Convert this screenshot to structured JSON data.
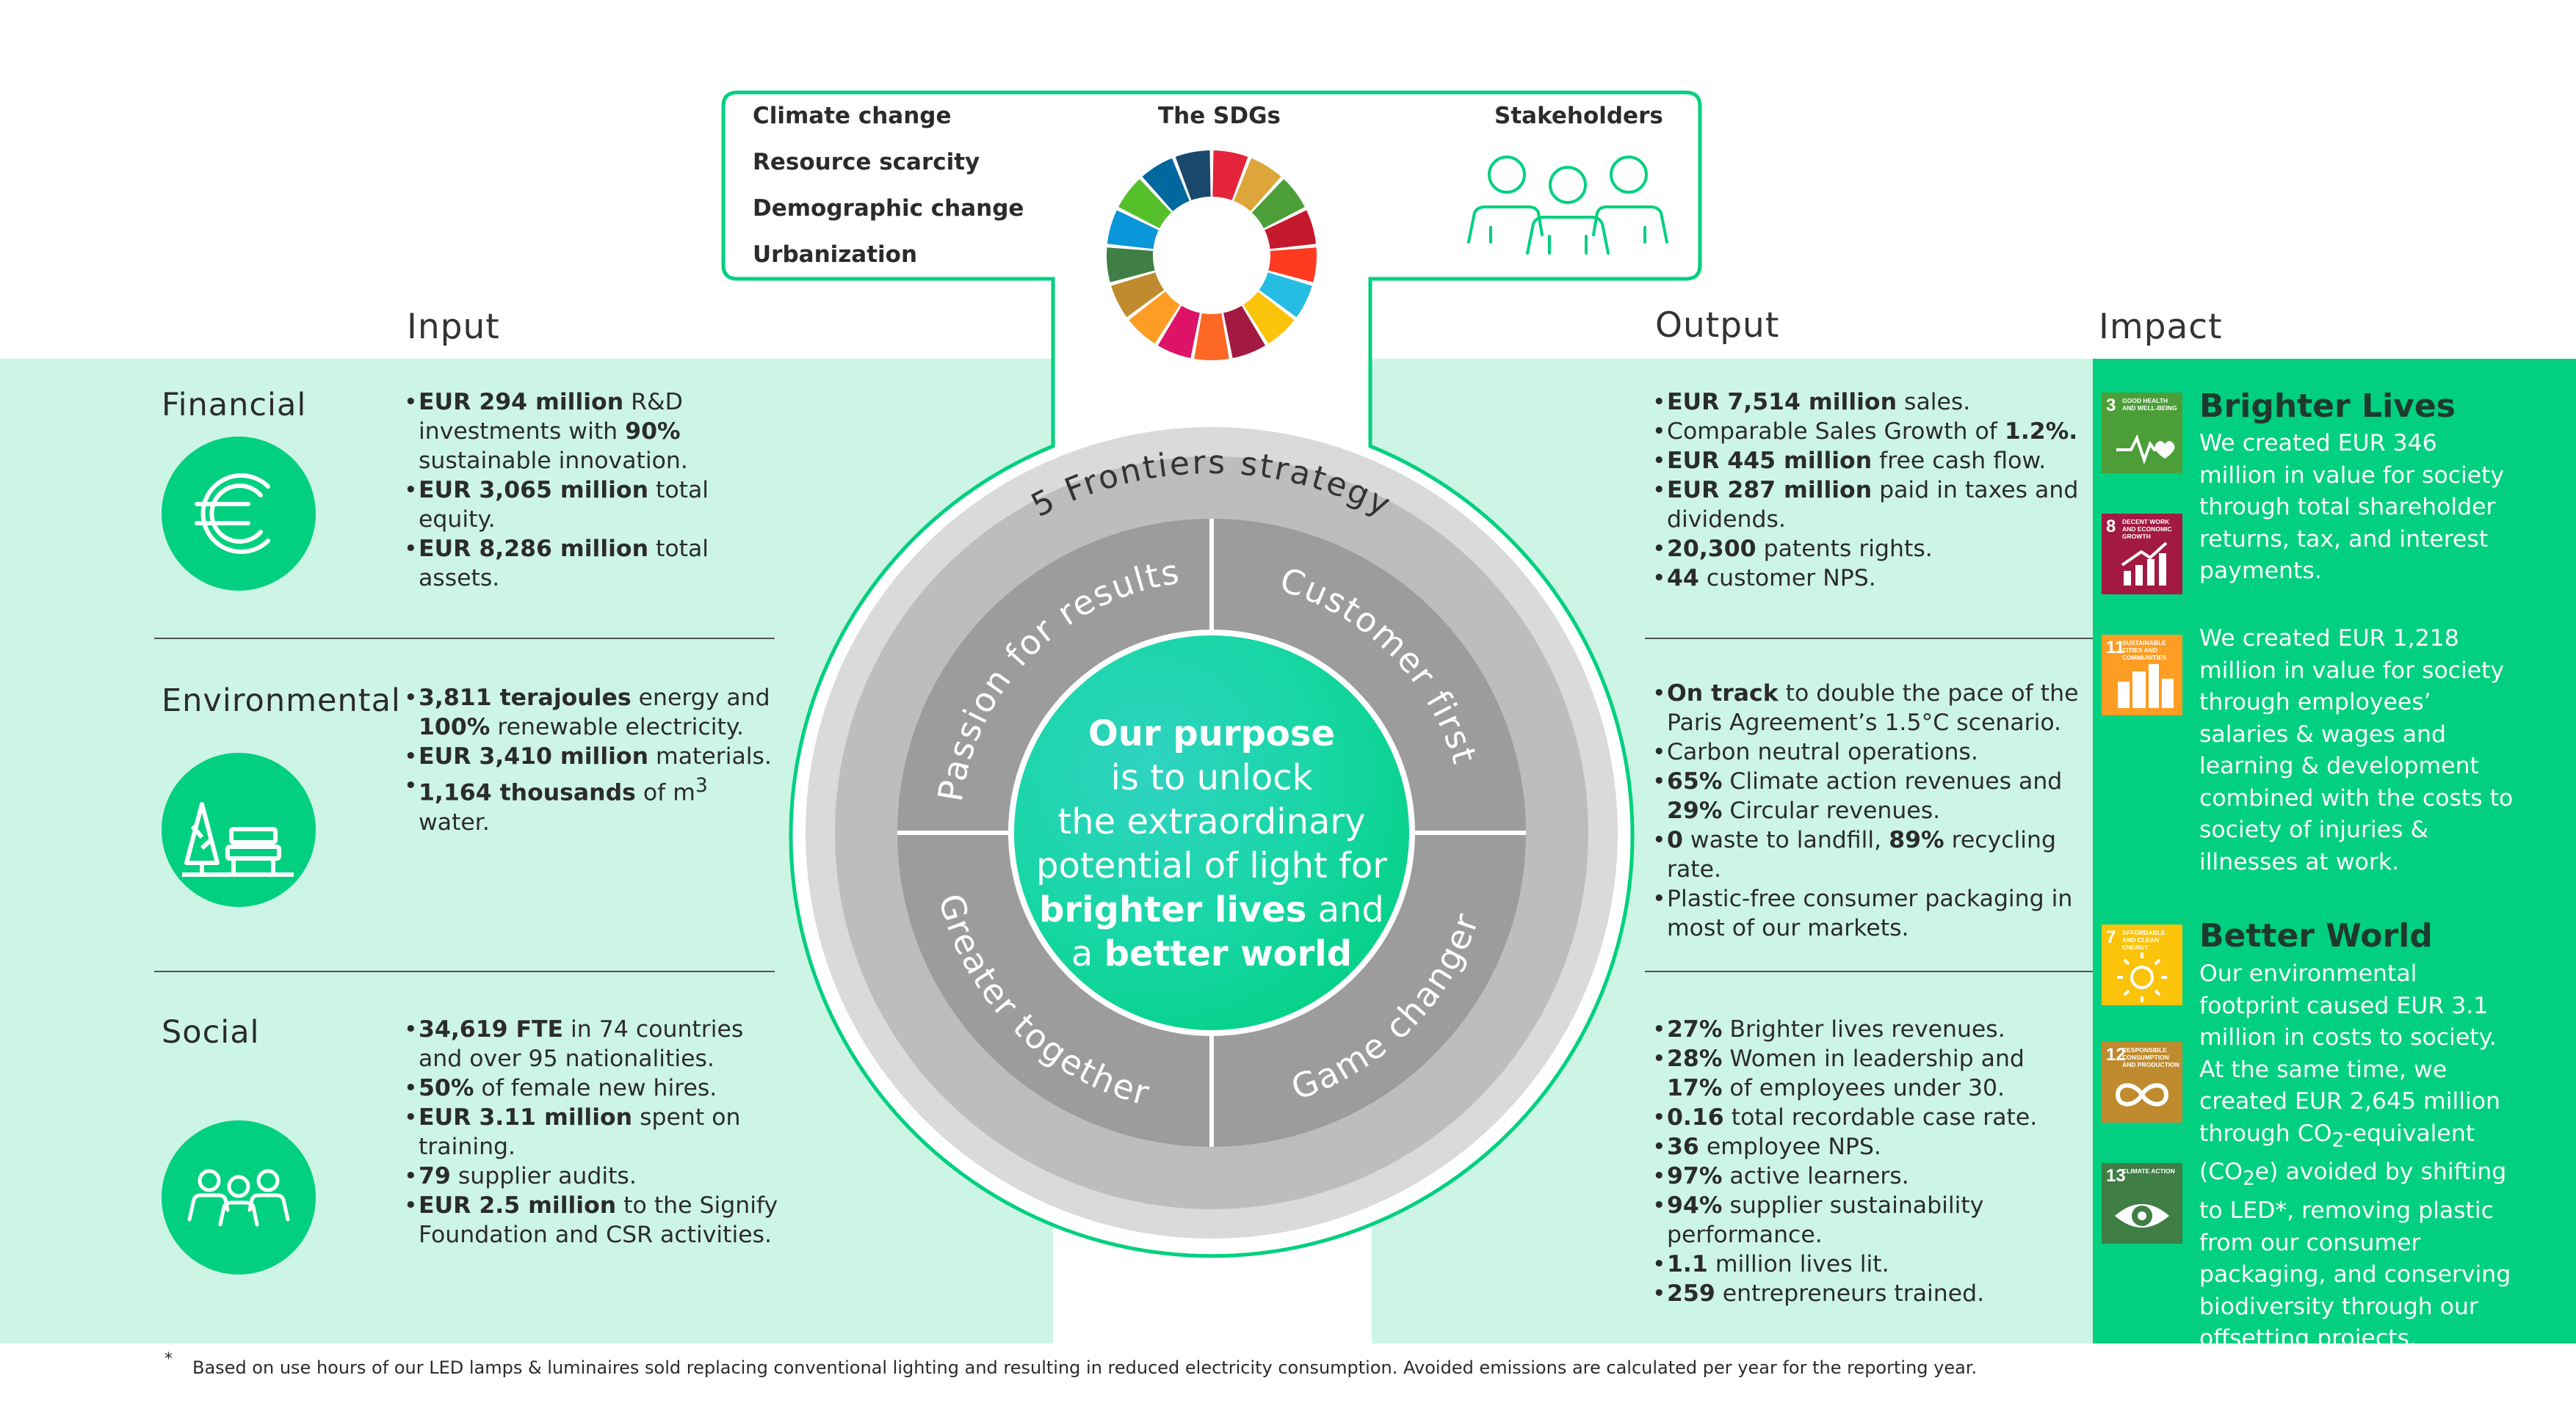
{
  "colors": {
    "mint": "#cdf5e6",
    "green": "#00d07f",
    "dark_green": "#1d3a2f",
    "grey_outer": "#d9d9d9",
    "grey_ring": "#b9b9b9",
    "grey_inner": "#9b9b9b"
  },
  "drivers": {
    "items": [
      "Climate change",
      "Resource scarcity",
      "Demographic change",
      "Urbanization"
    ],
    "sdgs_label": "The SDGs",
    "stakeholders_label": "Stakeholders",
    "sdg_colors": [
      "#e5243b",
      "#dda63a",
      "#4c9f38",
      "#c5192d",
      "#ff3a21",
      "#26bde2",
      "#fcc30b",
      "#a21942",
      "#fd6925",
      "#dd1367",
      "#fd9d24",
      "#bf8b2e",
      "#3f7e44",
      "#0a97d9",
      "#56c02b",
      "#00689d",
      "#19486a"
    ]
  },
  "headings": {
    "input": "Input",
    "output": "Output",
    "impact": "Impact"
  },
  "input": {
    "financial": {
      "title": "Financial",
      "icon": "euro-icon",
      "bullets": [
        "<b>EUR 294 million</b> R&amp;D investments with <b>90%</b> sustainable innovation.",
        "<b>EUR 3,065 million</b> total equity.",
        "<b>EUR 8,286 million</b> total assets."
      ]
    },
    "environmental": {
      "title": "Environmental",
      "icon": "tree-bench-icon",
      "bullets": [
        "<b>3,811 terajoules</b> energy and <b>100%</b> renewable electricity.",
        "<b>EUR 3,410 million</b> materials.",
        "<b>1,164 thousands</b> of m<sup>3</sup> water."
      ]
    },
    "social": {
      "title": "Social",
      "icon": "people-icon",
      "bullets": [
        "<b>34,619 FTE</b> in 74 countries and over 95 nationalities.",
        "<b>50%</b> of female new hires.",
        "<b>EUR 3.11 million</b> spent on training.",
        "<b>79</b> supplier audits.",
        "<b>EUR 2.5 million</b> to the Signify Foundation and CSR activities."
      ]
    }
  },
  "strategy": {
    "ring_label": "5 Frontiers strategy",
    "quadrants": [
      "Passion for results",
      "Customer first",
      "Greater together",
      "Game changer"
    ],
    "purpose_html": "<b>Our purpose</b><br>is to unlock<br>the extraordinary<br>potential of light for<br><b>brighter lives</b> and<br>a <b>better world</b>"
  },
  "output": {
    "financial": [
      "<b>EUR 7,514 million</b> sales.",
      "Comparable Sales Growth of <b>1.2%.</b>",
      "<b>EUR 445 million</b> free cash flow.",
      "<b>EUR 287 million</b> paid in taxes and dividends.",
      "<b>20,300</b> patents rights.",
      "<b>44</b> customer NPS."
    ],
    "environmental": [
      "<b>On track</b> to double the pace of the Paris Agreement’s 1.5°C scenario.",
      "Carbon neutral operations.",
      "<b>65%</b> Climate action revenues and <b>29%</b> Circular revenues.",
      "<b>0</b> waste to landfill, <b>89%</b> recycling rate.",
      "Plastic-free consumer packaging in most of our markets."
    ],
    "social": [
      "<b>27%</b> Brighter lives revenues.",
      "<b>28%</b> Women in leadership and <b>17%</b> of employees under 30.",
      "<b>0.16</b> total recordable case rate.",
      "<b>36</b> employee NPS.",
      "<b>97%</b> active learners.",
      "<b>94%</b> supplier sustainability performance.",
      "<b>1.1</b> million lives lit.",
      "<b>259</b> entrepreneurs trained."
    ]
  },
  "impact": {
    "brighter_title": "Brighter Lives",
    "brighter_text_1": "We created EUR 346 million in value for society through total shareholder returns, tax, and interest payments.",
    "brighter_text_2": "We created EUR 1,218 million in value for society through employees’ salaries &amp; wages and learning &amp; development combined with the costs to society of injuries &amp; illnesses at work.",
    "better_title": "Better World",
    "better_text": "Our environmental footprint caused EUR 3.1 million in costs to society. At the same time, we created EUR 2,645 million through CO<sub>2</sub>-equivalent (CO<sub>2</sub>e) avoided by shifting to LED*, removing plastic from our consumer packaging, and conserving biodiversity through our offsetting projects.",
    "sdg_tiles": [
      {
        "num": "3",
        "label": "GOOD HEALTH AND WELL-BEING",
        "color": "#4c9f38",
        "icon": "heartbeat-icon"
      },
      {
        "num": "8",
        "label": "DECENT WORK AND ECONOMIC GROWTH",
        "color": "#a21942",
        "icon": "growth-chart-icon"
      },
      {
        "num": "11",
        "label": "SUSTAINABLE CITIES AND COMMUNITIES",
        "color": "#fd9d24",
        "icon": "city-icon"
      },
      {
        "num": "7",
        "label": "AFFORDABLE AND CLEAN ENERGY",
        "color": "#fcc30b",
        "icon": "sun-icon"
      },
      {
        "num": "12",
        "label": "RESPONSIBLE CONSUMPTION AND PRODUCTION",
        "color": "#bf8b2e",
        "icon": "infinity-icon"
      },
      {
        "num": "13",
        "label": "CLIMATE ACTION",
        "color": "#3f7e44",
        "icon": "eye-globe-icon"
      }
    ]
  },
  "footnote": {
    "mark": "*",
    "text": "Based on use hours of our LED lamps & luminaires sold replacing conventional lighting and resulting in reduced electricity consumption. Avoided emissions are calculated per year for the reporting year."
  }
}
